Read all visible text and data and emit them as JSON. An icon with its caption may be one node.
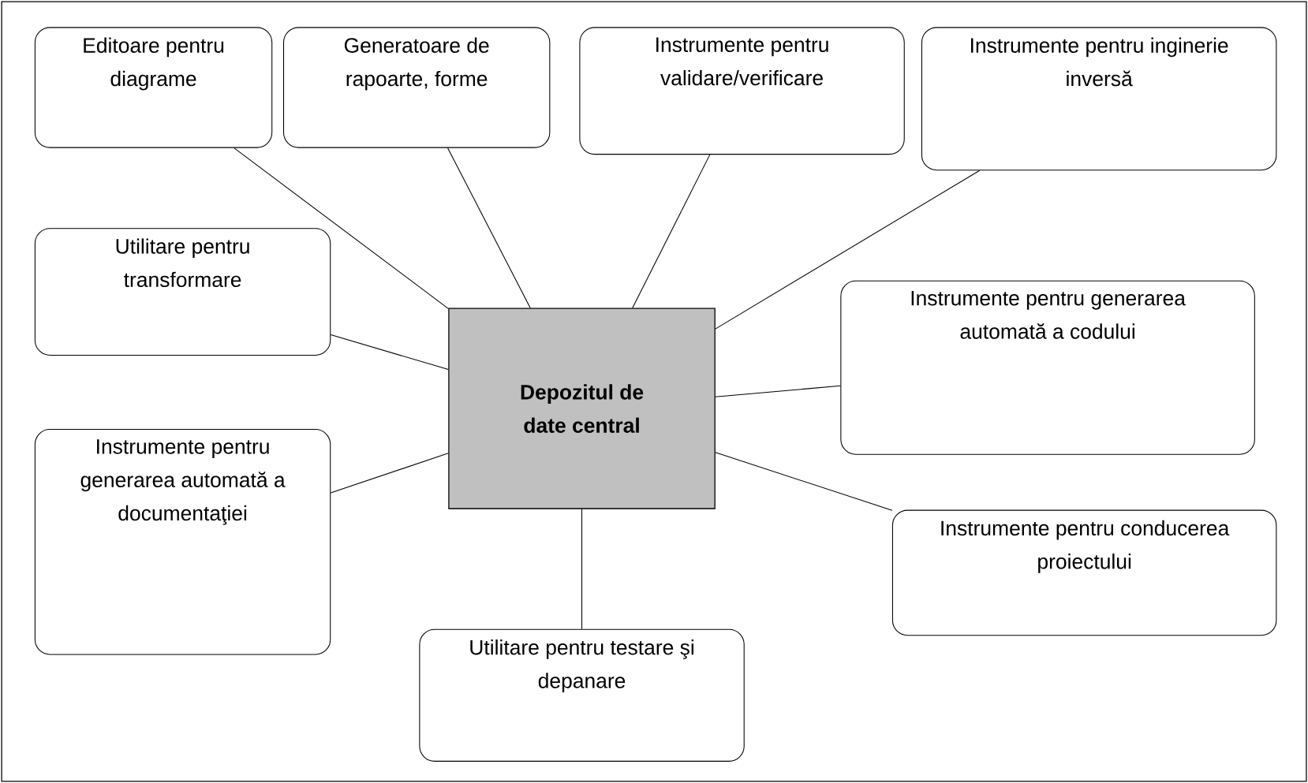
{
  "diagram": {
    "nodes": [
      {
        "text": [
          "Editoare pentru diagrame"
        ]
      },
      {
        "text": [
          "Generatoare de rapoarte, forme"
        ]
      },
      {
        "text": [
          "Instrumente pentru validare/verificare"
        ]
      },
      {
        "text": [
          "Instrumente pentru inginerie inversă"
        ]
      },
      {
        "text": [
          "Utilitare pentru transformare"
        ]
      },
      {
        "text": [
          "Depozitul de date central"
        ]
      },
      {
        "text": [
          "Instrumente pentru generarea automată a codului"
        ]
      },
      {
        "text": [
          "Instrumente pentru generarea automată a documentaţiei"
        ]
      },
      {
        "text": [
          "Instrumente pentru conducerea proiectului"
        ]
      },
      {
        "text": [
          "Utilitare pentru testare şi depanare"
        ]
      }
    ],
    "edges": [
      {
        "from": 5,
        "to": 0,
        "arrow": "none"
      },
      {
        "from": 5,
        "to": 1,
        "arrow": "none"
      },
      {
        "from": 5,
        "to": 2,
        "arrow": "none"
      },
      {
        "from": 5,
        "to": 3,
        "arrow": "none"
      },
      {
        "from": 5,
        "to": 4,
        "arrow": "none"
      },
      {
        "from": 5,
        "to": 6,
        "arrow": "none"
      },
      {
        "from": 5,
        "to": 7,
        "arrow": "none"
      },
      {
        "from": 5,
        "to": 8,
        "arrow": "none"
      },
      {
        "from": 5,
        "to": 9,
        "arrow": "none"
      }
    ]
  }
}
